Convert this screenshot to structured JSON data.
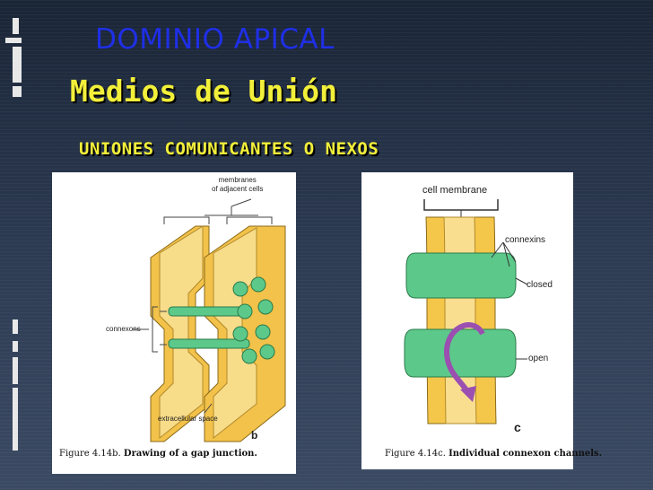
{
  "slide": {
    "heading": "DOMINIO APICAL",
    "title": "Medios de Unión",
    "subtitle": "UNIONES  COMUNICANTES O NEXOS"
  },
  "figure_b": {
    "label_membranes": "membranes\nof adjacent cells",
    "label_connexons": "connexons",
    "label_extracellular": "extracellular space",
    "panel_letter": "b",
    "caption_prefix": "Figure 4.14b.",
    "caption_text": "Drawing of a gap junction."
  },
  "figure_c": {
    "label_cell_membrane": "cell membrane",
    "label_connexins": "connexins",
    "label_closed": "closed",
    "label_open": "open",
    "panel_letter": "c",
    "caption_prefix": "Figure 4.14c.",
    "caption_text": "Individual connexon channels."
  },
  "colors": {
    "background": "#2c3a52",
    "heading": "#1f2fe6",
    "title": "#f2ef3a",
    "membrane": "#f4c64a",
    "connexon": "#5cc98a"
  }
}
